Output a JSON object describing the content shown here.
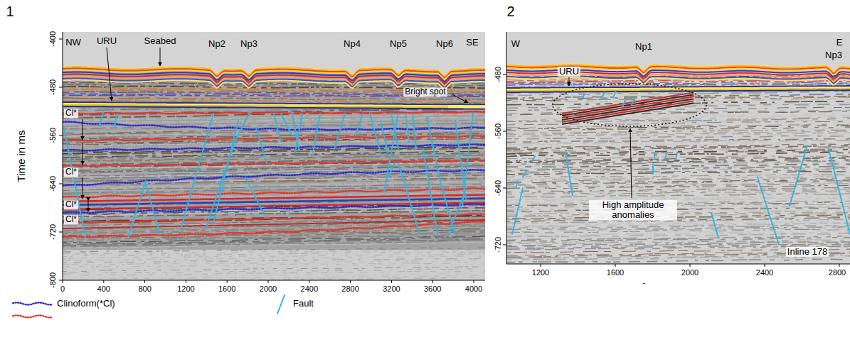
{
  "diagram": {
    "labels": [
      "1",
      "NW",
      "URU",
      "Seabed",
      "Np2",
      "Np3",
      "Np4",
      "Np5",
      "Np6",
      "SE",
      "Bright spot",
      "Cl*",
      "Cl*",
      "Cl*",
      "Cl*",
      "Time in ms",
      "-400",
      "-480",
      "-560",
      "-640",
      "-720",
      "-800",
      "0",
      "400",
      "800",
      "1200",
      "1600",
      "2000",
      "2400",
      "2800",
      "3200",
      "3600",
      "4000",
      "2",
      "W",
      "URU",
      "Np1",
      "E",
      "Np3",
      "High amplitude anomalies",
      "Inline 178",
      "-480",
      "-560",
      "-640",
      "-720",
      "1200",
      "1600",
      "2000",
      "2400",
      "2800",
      "-"
    ],
    "legend": [
      {
        "text": "Clinoform(*Cl)"
      },
      {
        "text": "Fault"
      }
    ]
  }
}
